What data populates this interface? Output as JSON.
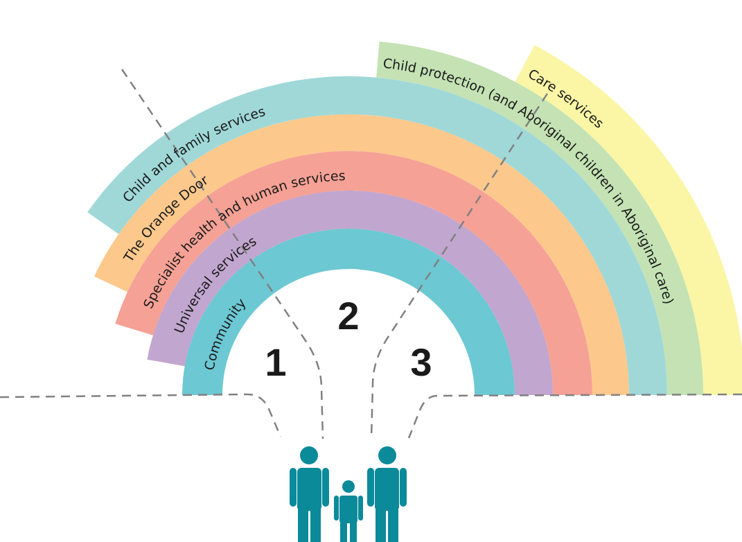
{
  "bands": [
    {
      "id": "care-services",
      "label": "Care services",
      "color": "#faf6a6",
      "start_deg": 62,
      "end_deg": 0
    },
    {
      "id": "child-protection",
      "label": "Child protection (and Aboriginal children in Aboriginal care)",
      "color": "#c4e2b4",
      "start_deg": 85,
      "end_deg": 0
    },
    {
      "id": "child-and-family-services",
      "label": "Child and family services",
      "color": "#a0d8d8",
      "start_deg": 145,
      "end_deg": 0
    },
    {
      "id": "the-orange-door",
      "label": "The Orange Door",
      "color": "#fcc88c",
      "start_deg": 155,
      "end_deg": 0
    },
    {
      "id": "specialist-health-and-human-services",
      "label": "Specialist health and human services",
      "color": "#f5a195",
      "start_deg": 163,
      "end_deg": 0
    },
    {
      "id": "universal-services",
      "label": "Universal services",
      "color": "#c1a6cf",
      "start_deg": 170,
      "end_deg": 0
    },
    {
      "id": "community",
      "label": "Community",
      "color": "#6cc8d3",
      "start_deg": 180,
      "end_deg": 0
    }
  ],
  "pathways": [
    {
      "id": "pathway-1",
      "number": "1"
    },
    {
      "id": "pathway-2",
      "number": "2"
    },
    {
      "id": "pathway-3",
      "number": "3"
    }
  ],
  "icons": {
    "family": "family-icon",
    "person_color": "#0b8a9a"
  }
}
